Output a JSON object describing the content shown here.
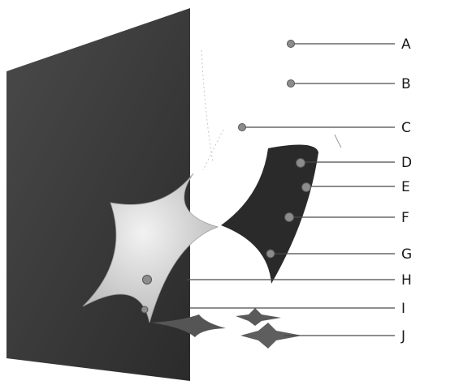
{
  "labels": {
    "A": "A",
    "B": "B",
    "C": "C",
    "D": "D",
    "E": "E",
    "F": "F",
    "G": "G",
    "H": "H",
    "I": "I",
    "J": "J"
  },
  "colors": {
    "wall": "#3a3a3a",
    "light_star": "#d9d9d9",
    "dark_star": "#2a2a2a",
    "leader_line": "#4a4a4a",
    "marker_dot": "#8c8c8c"
  }
}
